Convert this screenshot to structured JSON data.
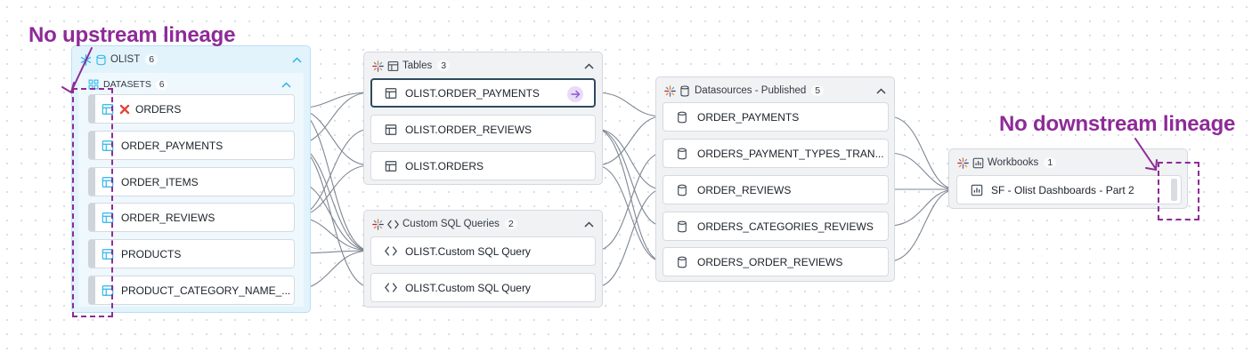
{
  "annotations": {
    "upstream": "No upstream lineage",
    "downstream": "No downstream lineage"
  },
  "colors": {
    "annotation": "#8e2a98",
    "snowflake": "#29b5e8",
    "selected_border": "#2e4a5f",
    "goto_bg": "#e8dcf9",
    "error": "#e0483e"
  },
  "olist": {
    "title": "OLIST",
    "count": "6",
    "icon": "snowflake-icon",
    "datasets": {
      "label": "DATASETS",
      "count": "6",
      "items": [
        {
          "label": "ORDERS",
          "status_icon": "error-x-icon"
        },
        {
          "label": "ORDER_PAYMENTS"
        },
        {
          "label": "ORDER_ITEMS"
        },
        {
          "label": "ORDER_REVIEWS"
        },
        {
          "label": "PRODUCTS"
        },
        {
          "label": "PRODUCT_CATEGORY_NAME_..."
        }
      ]
    }
  },
  "tables": {
    "title": "Tables",
    "count": "3",
    "items": [
      {
        "label": "OLIST.ORDER_PAYMENTS",
        "selected": true
      },
      {
        "label": "OLIST.ORDER_REVIEWS"
      },
      {
        "label": "OLIST.ORDERS"
      }
    ]
  },
  "custom_sql": {
    "title": "Custom SQL Queries",
    "count": "2",
    "items": [
      {
        "label": "OLIST.Custom SQL Query"
      },
      {
        "label": "OLIST.Custom SQL Query"
      }
    ]
  },
  "datasources": {
    "title": "Datasources - Published",
    "count": "5",
    "items": [
      {
        "label": "ORDER_PAYMENTS"
      },
      {
        "label": "ORDERS_PAYMENT_TYPES_TRAN..."
      },
      {
        "label": "ORDER_REVIEWS"
      },
      {
        "label": "ORDERS_CATEGORIES_REVIEWS"
      },
      {
        "label": "ORDERS_ORDER_REVIEWS"
      }
    ]
  },
  "workbooks": {
    "title": "Workbooks",
    "count": "1",
    "items": [
      {
        "label": "SF - Olist Dashboards - Part 2"
      }
    ]
  }
}
